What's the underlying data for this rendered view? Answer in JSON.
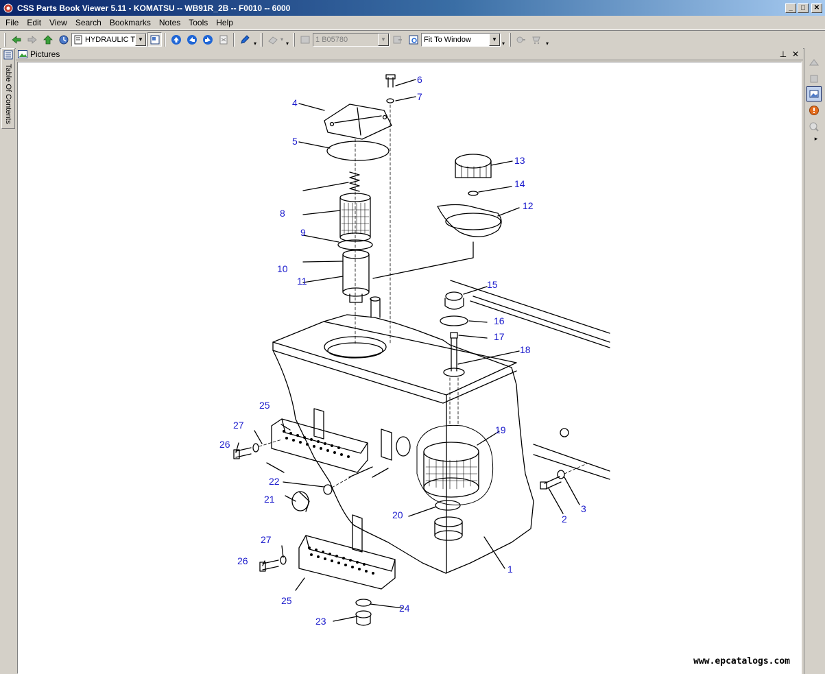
{
  "window": {
    "title": "CSS Parts Book Viewer 5.11 - KOMATSU -- WB91R_2B -- F0010 -- 6000",
    "minimize_label": "_",
    "maximize_label": "□",
    "close_label": "✕"
  },
  "menu": {
    "items": [
      "File",
      "Edit",
      "View",
      "Search",
      "Bookmarks",
      "Notes",
      "Tools",
      "Help"
    ]
  },
  "toolbar": {
    "section_combo_value": "HYDRAULIC T",
    "page_combo_value": "1 B05780",
    "zoom_combo_value": "Fit To Window"
  },
  "sidebar": {
    "toc_label": "Table Of Contents"
  },
  "pane": {
    "title": "Pictures",
    "pin_icon": "pin-icon",
    "close_icon": "close-icon"
  },
  "diagram": {
    "callouts": [
      "1",
      "2",
      "3",
      "4",
      "5",
      "6",
      "7",
      "8",
      "9",
      "10",
      "11",
      "12",
      "13",
      "14",
      "15",
      "16",
      "17",
      "18",
      "19",
      "20",
      "21",
      "22",
      "23",
      "24",
      "25",
      "25",
      "26",
      "26",
      "27",
      "27"
    ],
    "line_color": "#000000",
    "callout_color": "#1a1acc"
  },
  "watermark": "www.epcatalogs.com",
  "colors": {
    "title_gradient_start": "#0a246a",
    "title_gradient_end": "#a6caf0",
    "chrome": "#d4d0c8"
  }
}
